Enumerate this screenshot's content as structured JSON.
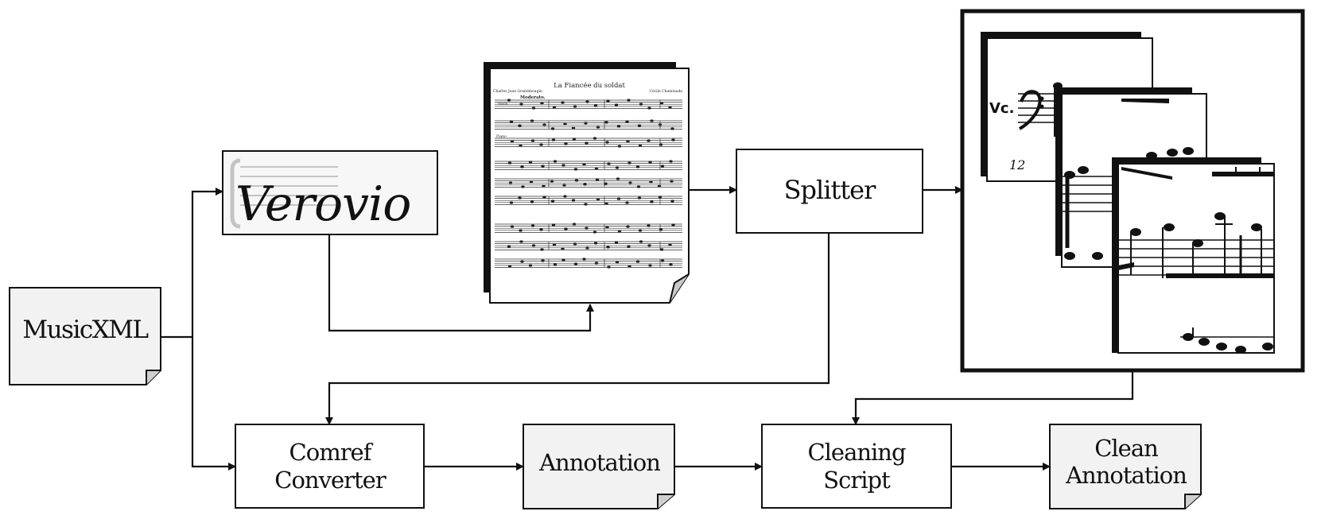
{
  "nodes": {
    "musicxml": {
      "label": "MusicXML"
    },
    "verovio": {
      "label": "Verovio"
    },
    "splitter": {
      "label": "Splitter"
    },
    "comref_converter": {
      "line1": "Comref",
      "line2": "Converter"
    },
    "annotation": {
      "label": "Annotation"
    },
    "cleaning_script": {
      "line1": "Cleaning",
      "line2": "Script"
    },
    "clean_annotation": {
      "line1": "Clean",
      "line2": "Annotation"
    }
  },
  "score_sheet": {
    "title": "La Fiancée du soldat",
    "composer_left": "Charles Jean Grandmougin",
    "composer_right": "Cécile Chaminade",
    "tempo": "Moderato.",
    "part_voice": "Voice",
    "part_piano": "Piano"
  },
  "crops": {
    "instrument": "Vc.",
    "measure_number": "12"
  },
  "colors": {
    "doc_fill": "#f2f2f2",
    "stroke": "#111111"
  }
}
